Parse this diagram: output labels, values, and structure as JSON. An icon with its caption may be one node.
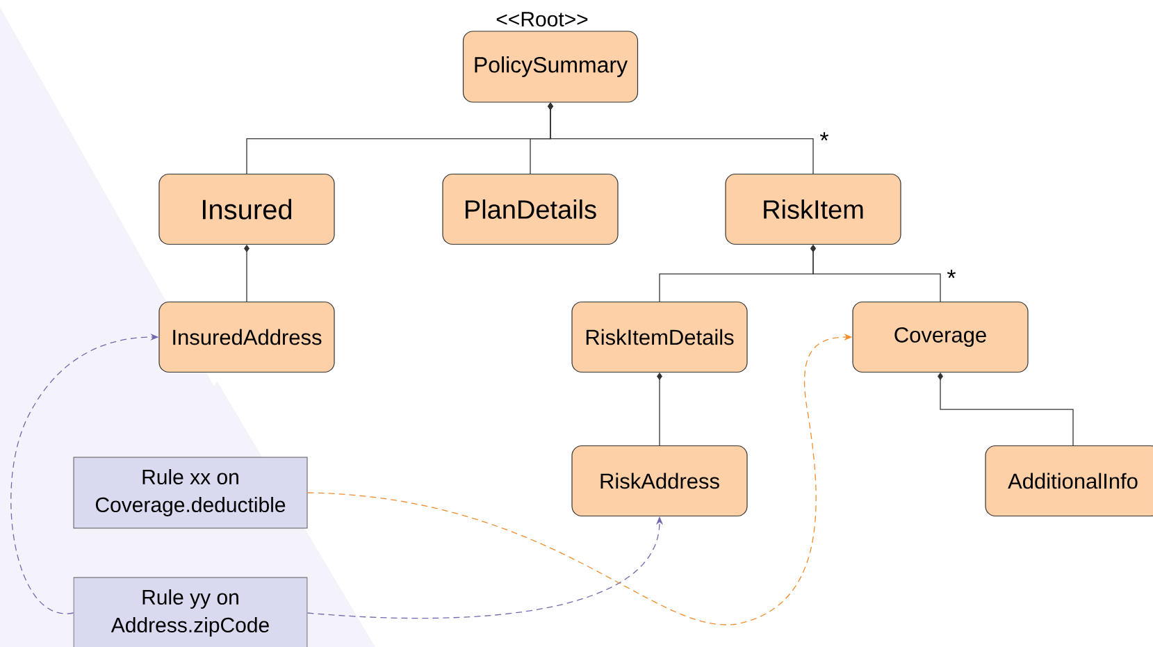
{
  "diagram": {
    "nodes": [
      {
        "text": [
          "<<Root>>",
          "PolicySummary"
        ]
      },
      {
        "text": [
          "Insured"
        ]
      },
      {
        "text": [
          "PlanDetails"
        ]
      },
      {
        "text": [
          "RiskItem"
        ]
      },
      {
        "text": [
          "InsuredAddress"
        ]
      },
      {
        "text": [
          "RiskItemDetails"
        ]
      },
      {
        "text": [
          "Coverage"
        ]
      },
      {
        "text": [
          "RiskAddress"
        ]
      },
      {
        "text": [
          "AdditionalInfo"
        ]
      },
      {
        "text": [
          "Rule xx on Coverage.deductible"
        ]
      },
      {
        "text": [
          "Rule yy on Address.zipCode"
        ]
      }
    ],
    "edges": [
      {
        "from": 0,
        "to": 1,
        "arrow": "other"
      },
      {
        "from": 0,
        "to": 2,
        "arrow": "other"
      },
      {
        "from": 0,
        "to": 3,
        "arrow": "other",
        "label": "*"
      },
      {
        "from": 1,
        "to": 4,
        "arrow": "other"
      },
      {
        "from": 3,
        "to": 5,
        "arrow": "other"
      },
      {
        "from": 3,
        "to": 6,
        "arrow": "other",
        "label": "*"
      },
      {
        "from": 5,
        "to": 7,
        "arrow": "other"
      },
      {
        "from": 6,
        "to": 8,
        "arrow": "other"
      },
      {
        "from": 10,
        "to": 4,
        "arrow": "to",
        "style": "dashed",
        "color": "#7068b0"
      },
      {
        "from": 10,
        "to": 7,
        "arrow": "to",
        "style": "dashed",
        "color": "#7068b0"
      },
      {
        "from": 9,
        "to": 6,
        "arrow": "to",
        "style": "dashed",
        "color": "#f08c2c"
      }
    ]
  }
}
